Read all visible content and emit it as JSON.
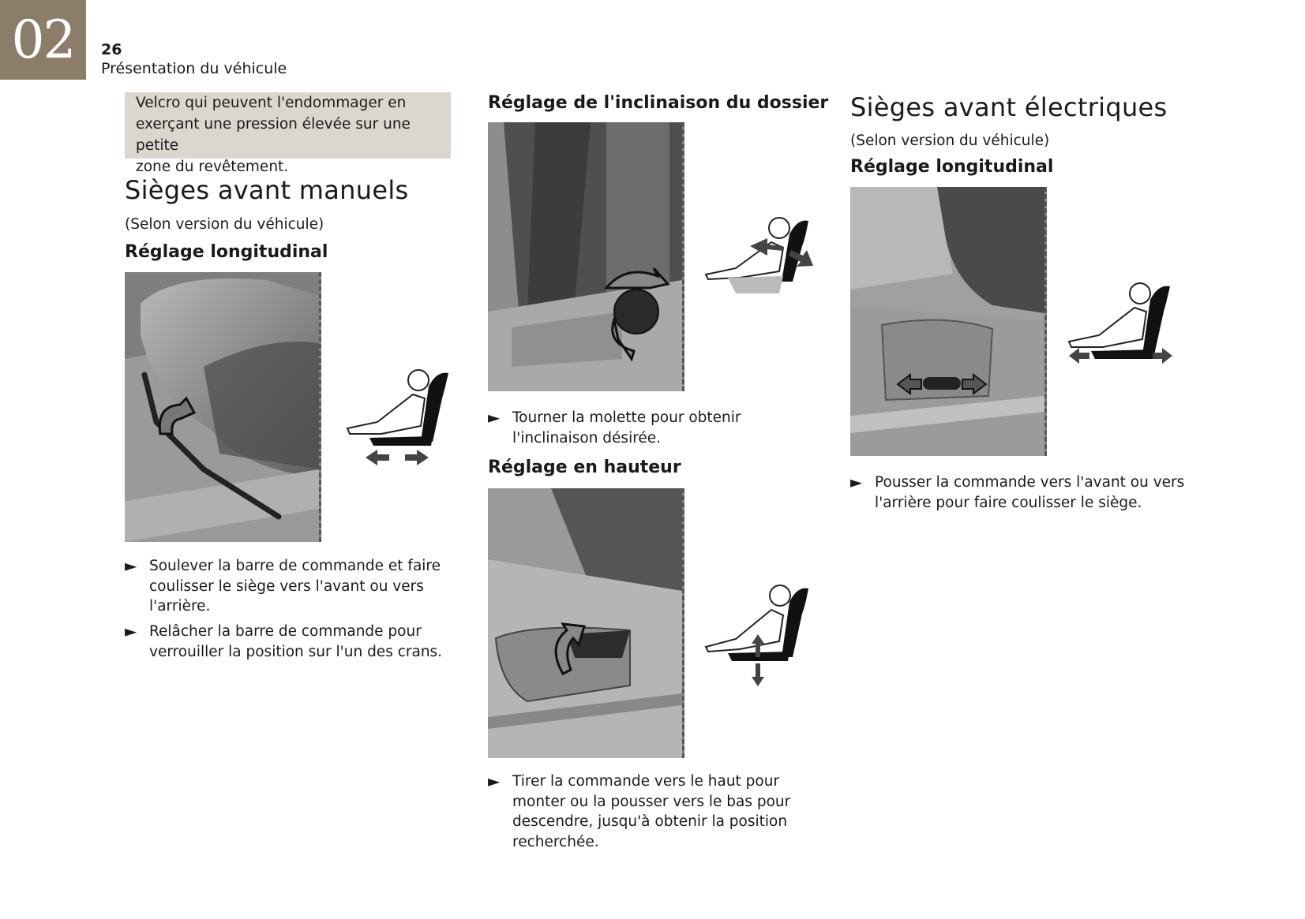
{
  "header": {
    "chapter_number": "02",
    "page_number": "26",
    "section_title": "Présentation du véhicule"
  },
  "note": {
    "lines": [
      "Velcro qui peuvent l'endommager en",
      "exerçant une pression élevée sur une petite",
      "zone du revêtement."
    ]
  },
  "manual_seats": {
    "title": "Sièges avant manuels",
    "version_note": "(Selon version du véhicule)",
    "longitudinal": {
      "heading": "Réglage longitudinal",
      "steps": [
        {
          "lines": [
            "Soulever la barre de commande et faire",
            "coulisser le siège vers l'avant ou vers",
            "l'arrière."
          ]
        },
        {
          "lines": [
            "Relâcher la barre de commande pour",
            "verrouiller la position sur l'un des crans."
          ]
        }
      ]
    }
  },
  "backrest": {
    "heading": "Réglage de l'inclinaison du dossier",
    "steps": [
      {
        "lines": [
          "Tourner la molette pour obtenir",
          "l'inclinaison désirée."
        ]
      }
    ]
  },
  "height": {
    "heading": "Réglage en hauteur",
    "steps": [
      {
        "lines": [
          "Tirer la commande vers le haut pour",
          "monter ou la pousser vers le bas pour",
          "descendre, jusqu'à obtenir la position",
          "recherchée."
        ]
      }
    ]
  },
  "electric_seats": {
    "title": "Sièges avant électriques",
    "version_note": "(Selon version du véhicule)",
    "longitudinal": {
      "heading": "Réglage longitudinal",
      "steps": [
        {
          "lines": [
            "Pousser la commande vers l'avant ou vers",
            "l'arrière pour faire coulisser le siège."
          ]
        }
      ]
    }
  },
  "bullet_glyph": "►",
  "colors": {
    "chapter_tab": "#8c7d69",
    "note_background": "#dbd7ce"
  },
  "icons": [
    "seat-longitudinal-icon",
    "seat-recline-icon",
    "seat-height-icon"
  ]
}
